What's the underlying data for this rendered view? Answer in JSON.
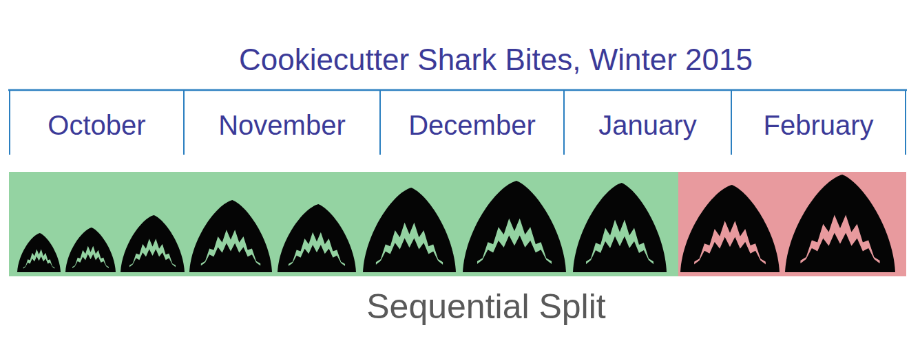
{
  "diagram": {
    "title": "Cookiecutter Shark Bites, Winter 2015",
    "caption": "Sequential Split",
    "nodes": [
      {
        "text": [
          "October"
        ]
      },
      {
        "text": [
          "November"
        ]
      },
      {
        "text": [
          "December"
        ]
      },
      {
        "text": [
          "January"
        ]
      },
      {
        "text": [
          "February"
        ]
      }
    ]
  }
}
